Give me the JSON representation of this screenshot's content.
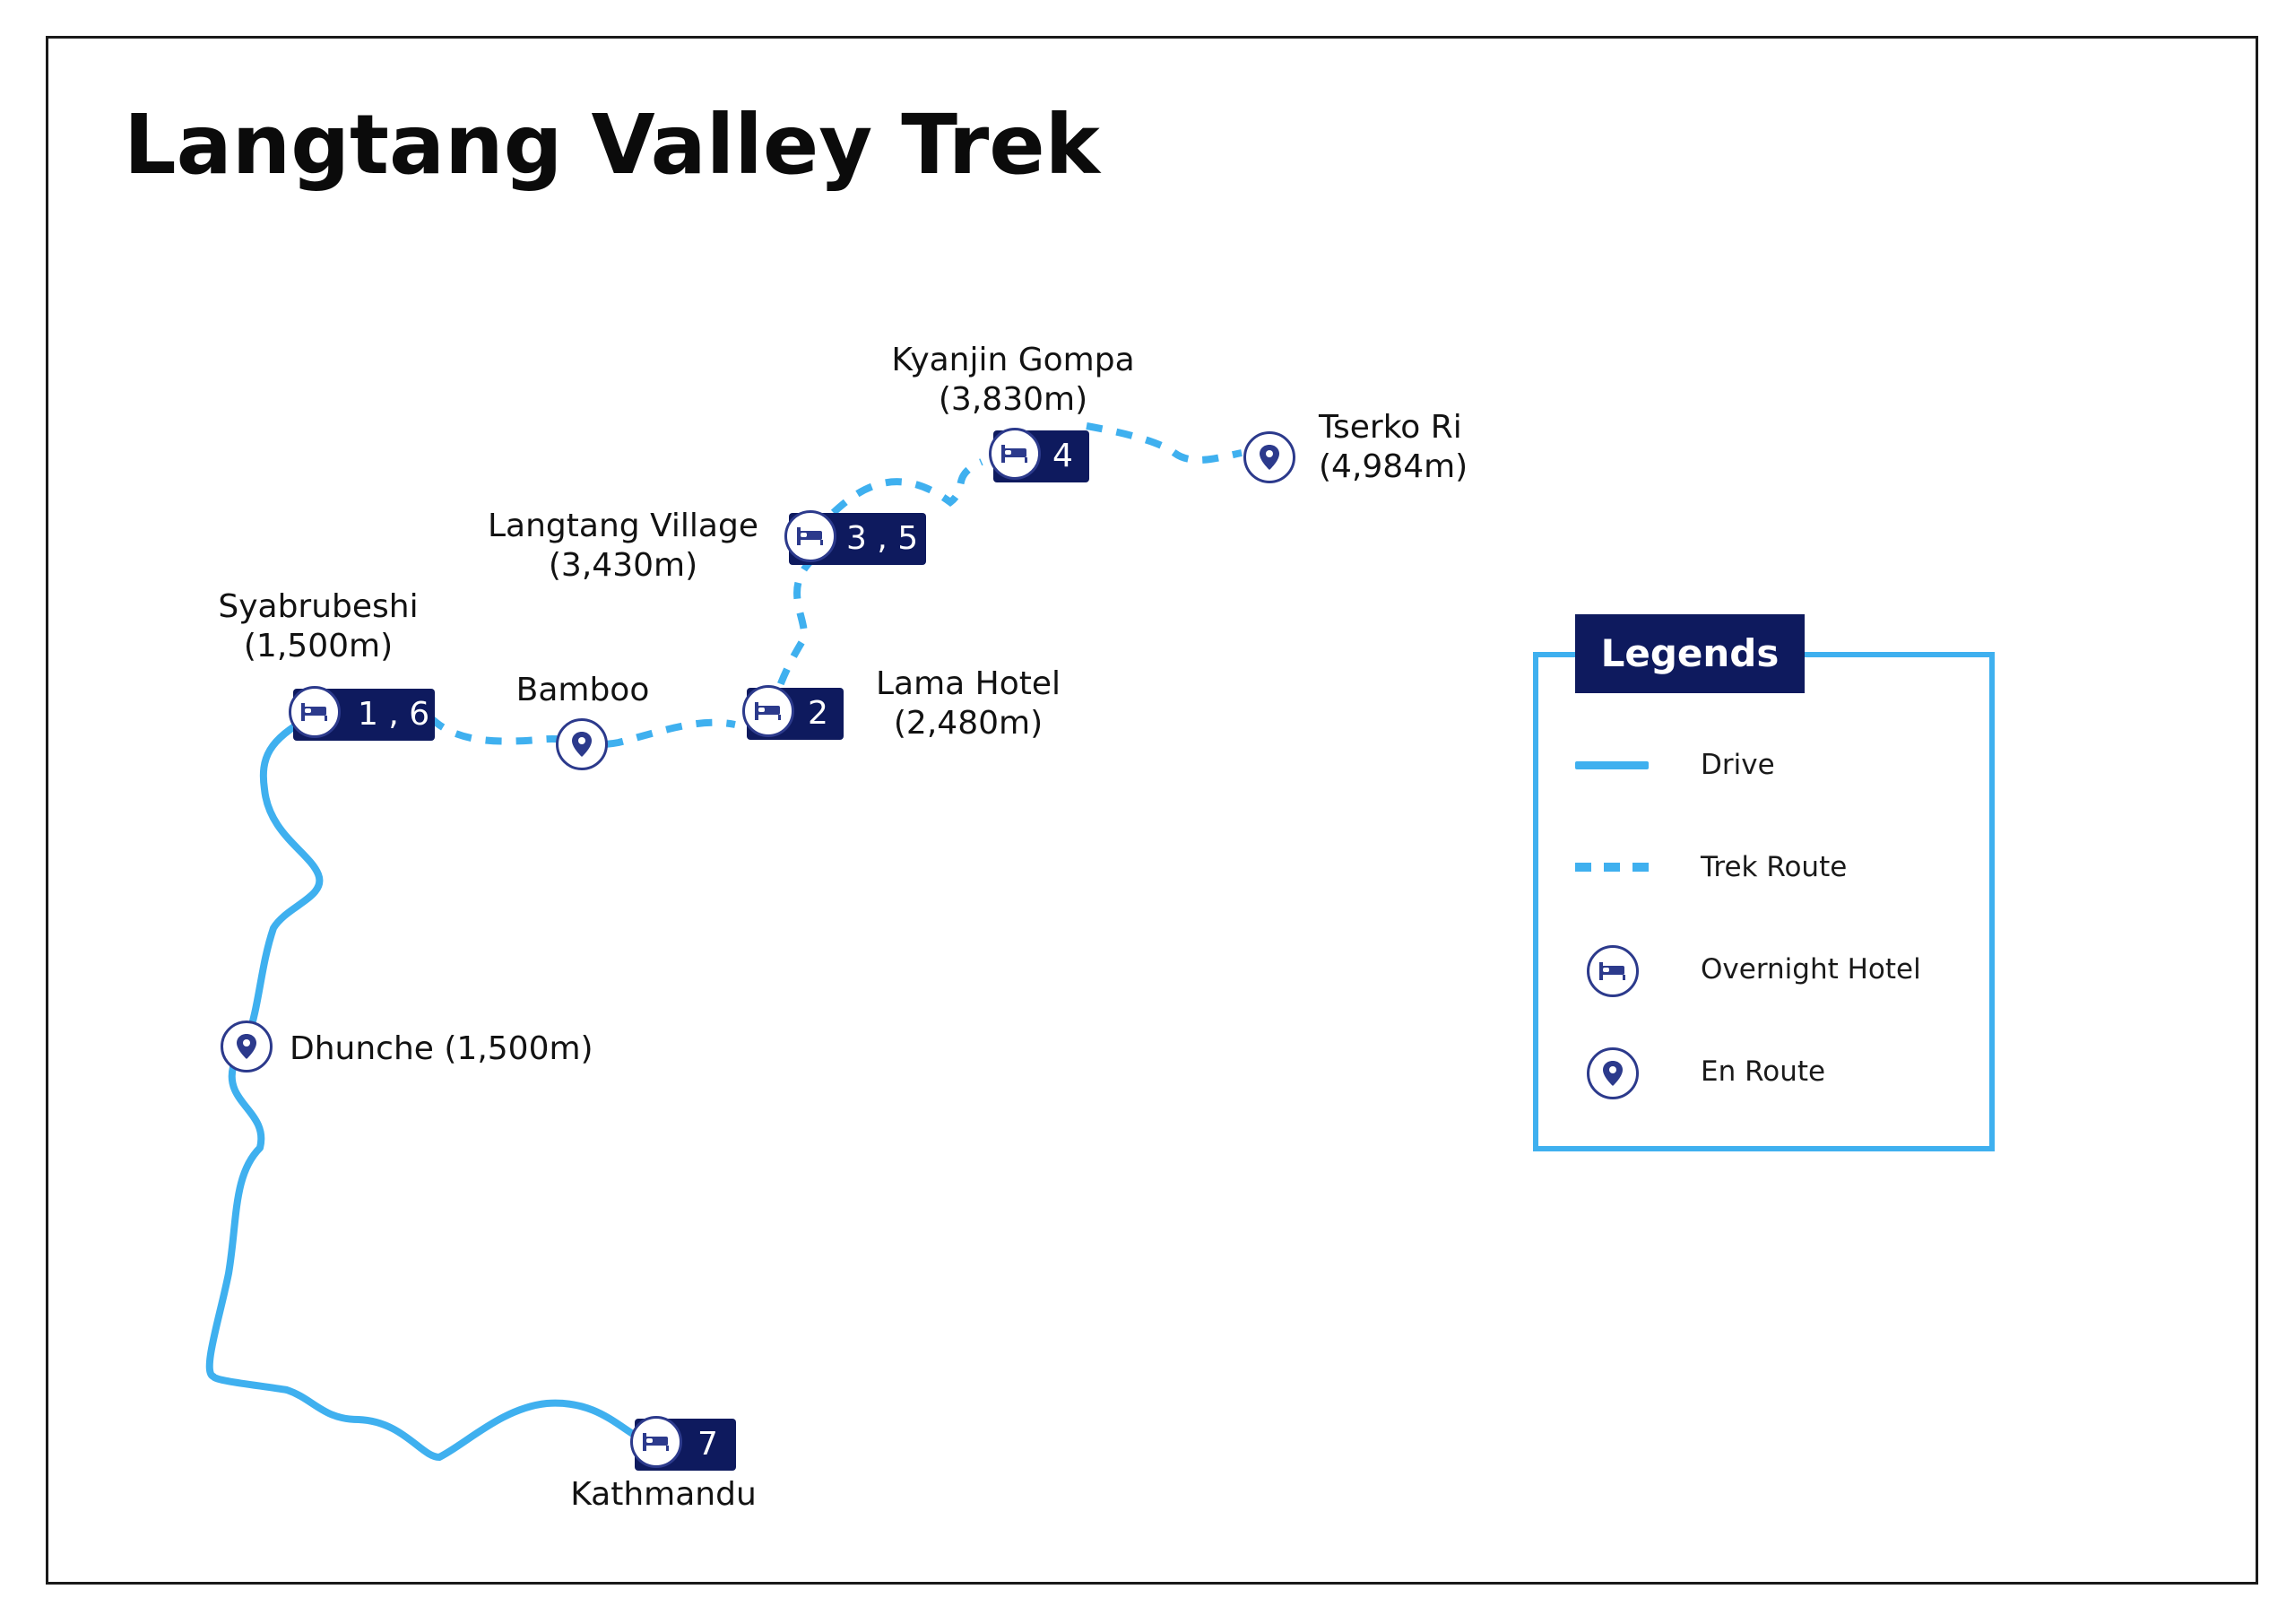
{
  "title": "Langtang Valley Trek",
  "colors": {
    "route": "#3fb0ef",
    "badge": "#0e1a5e",
    "icon": "#2c3a8c",
    "frame": "#1a1a1a"
  },
  "stops": [
    {
      "name": "Kyanjin Gompa",
      "elevation": "(3,830m)",
      "type": "overnight-hotel",
      "days": "4"
    },
    {
      "name": "Tserko Ri",
      "elevation": "(4,984m)",
      "type": "en-route",
      "days": ""
    },
    {
      "name": "Langtang Village",
      "elevation": "(3,430m)",
      "type": "overnight-hotel",
      "days": "3 , 5"
    },
    {
      "name": "Syabrubeshi",
      "elevation": "(1,500m)",
      "type": "overnight-hotel",
      "days": "1 , 6"
    },
    {
      "name": "Bamboo",
      "elevation": "",
      "type": "en-route",
      "days": ""
    },
    {
      "name": "Lama Hotel",
      "elevation": "(2,480m)",
      "type": "overnight-hotel",
      "days": "2"
    },
    {
      "name": "Dhunche (1,500m)",
      "elevation": "",
      "type": "en-route",
      "days": ""
    },
    {
      "name": "Kathmandu",
      "elevation": "",
      "type": "overnight-hotel",
      "days": "7"
    }
  ],
  "legend": {
    "title": "Legends",
    "items": [
      {
        "label": "Drive",
        "icon": "solid-line"
      },
      {
        "label": "Trek Route",
        "icon": "dashed-line"
      },
      {
        "label": "Overnight Hotel",
        "icon": "bed-icon"
      },
      {
        "label": "En Route",
        "icon": "map-pin-icon"
      }
    ]
  }
}
